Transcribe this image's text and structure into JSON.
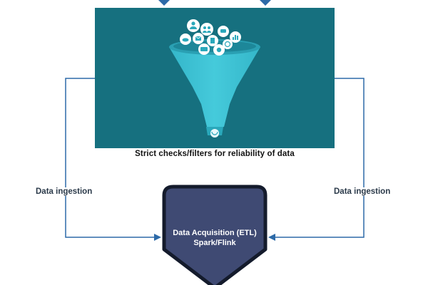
{
  "filter_caption": "Strict checks/filters for reliability of data",
  "left_edge_label": "Data ingestion",
  "right_edge_label": "Data ingestion",
  "etl_node": {
    "line1": "Data Acquisition (ETL)",
    "line2": "Spark/Flink"
  },
  "colors": {
    "panel_background": "#16707f",
    "funnel": "#3ec3d5",
    "funnel_dark": "#2aa8bb",
    "arrow": "#2d6aa8",
    "node_fill": "#3f4a73",
    "node_border": "#141b2c"
  },
  "icons": [
    "user-icon",
    "group-icon",
    "chart-icon",
    "cloud-icon",
    "chat-icon",
    "mail-icon",
    "document-icon",
    "money-icon",
    "gear-icon",
    "globe-icon"
  ]
}
